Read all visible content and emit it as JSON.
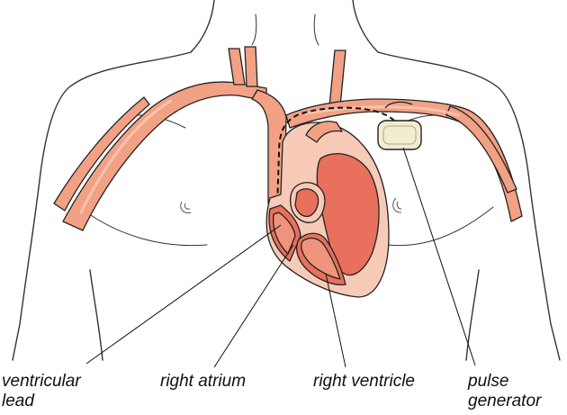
{
  "labels": {
    "ventricular_lead": {
      "line1": "ventricular",
      "line2": "lead"
    },
    "right_atrium": "right atrium",
    "right_ventricle": "right ventricle",
    "pulse_generator": {
      "line1": "pulse",
      "line2": "generator"
    }
  },
  "colors": {
    "outline": "#222222",
    "skin_line": "#333333",
    "vessel": "#f2a184",
    "vessel_highlight": "#f8c3ae",
    "heart_outer": "#f7cab8",
    "heart_chamber": "#e8705c",
    "heart_inner": "#f0937c",
    "device": "#f2ecd0"
  }
}
